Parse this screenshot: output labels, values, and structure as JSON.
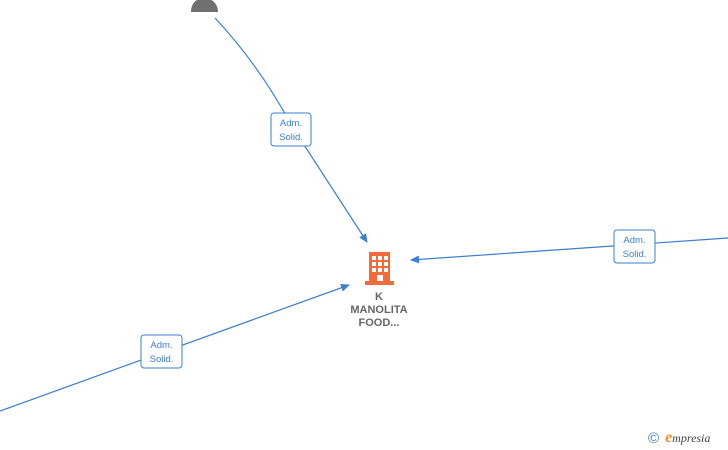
{
  "company": {
    "name_lines": [
      "K",
      "MANOLITA",
      "FOOD..."
    ],
    "icon": "building-icon",
    "color": "#f26b38"
  },
  "person_icon": "person-icon",
  "edge_color": "#3a7fd0",
  "edges": [
    {
      "label_lines": [
        "Adm.",
        "Solid."
      ]
    },
    {
      "label_lines": [
        "Adm.",
        "Solid."
      ]
    },
    {
      "label_lines": [
        "Adm.",
        "Solid."
      ]
    }
  ],
  "footer": {
    "copyright_symbol": "©",
    "brand_initial": "e",
    "brand_rest": "mpresia"
  }
}
